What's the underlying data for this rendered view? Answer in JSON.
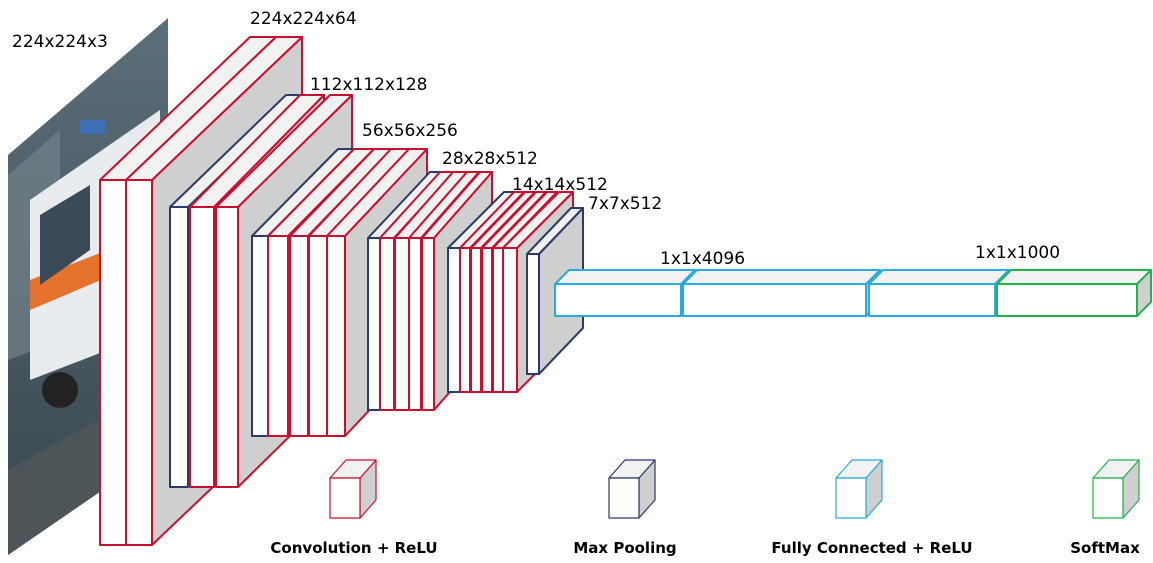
{
  "colors": {
    "convolution": "#c8102e",
    "max_pooling": "#2b3a67",
    "fully_connected": "#29abe2",
    "softmax": "#22b24c",
    "block_face": "#ffffff",
    "block_top": "#f2f2f2",
    "block_side": "#cfcfcf"
  },
  "input_image": {
    "label": "224x224x3"
  },
  "layer_labels": {
    "conv1": "224x224x64",
    "conv2": "112x112x128",
    "conv3": "56x56x256",
    "conv4": "28x28x512",
    "conv5": "14x14x512",
    "pool5": "7x7x512",
    "fc": "1x1x4096",
    "softmax": "1x1x1000"
  },
  "legend": {
    "convolution": "Convolution + ReLU",
    "max_pooling": "Max Pooling",
    "fully_connected": "Fully Connected + ReLU",
    "softmax": "SoftMax"
  }
}
